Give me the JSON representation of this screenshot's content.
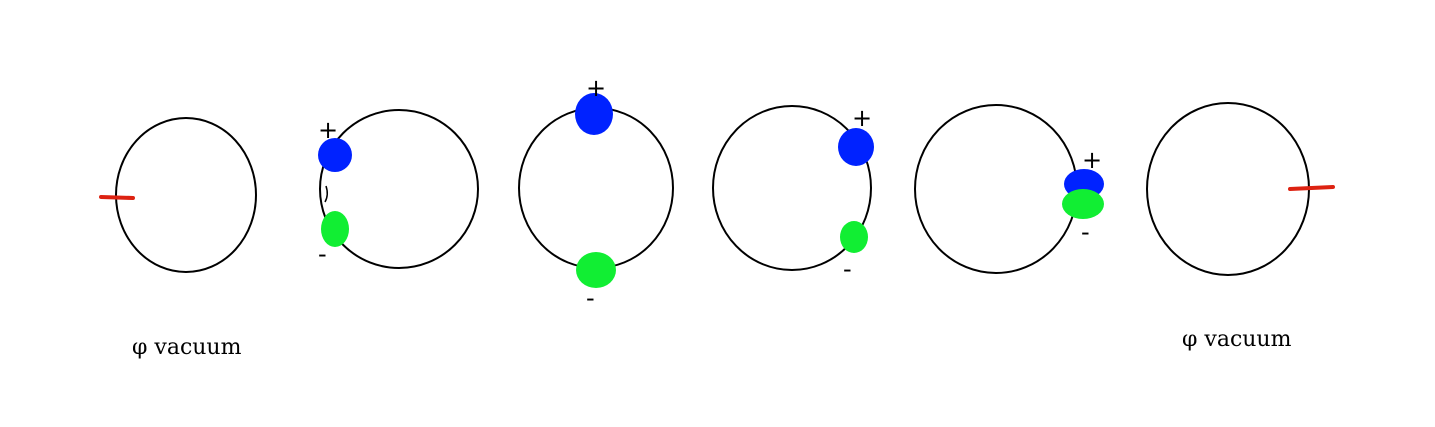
{
  "captions": {
    "left": "φ vacuum",
    "right": "φ vacuum"
  },
  "signs": {
    "plus": "+",
    "minus": "-"
  },
  "colors": {
    "positive_charge": "#0022ff",
    "negative_charge": "#11ee33",
    "vacuum_mark": "#dd2211",
    "ring": "#000000"
  },
  "stages": [
    {
      "id": "stage-1",
      "content": "vacuum-mark"
    },
    {
      "id": "stage-2",
      "content": "charge-pair"
    },
    {
      "id": "stage-3",
      "content": "charge-pair"
    },
    {
      "id": "stage-4",
      "content": "charge-pair"
    },
    {
      "id": "stage-5",
      "content": "charge-pair"
    },
    {
      "id": "stage-6",
      "content": "vacuum-mark"
    }
  ]
}
